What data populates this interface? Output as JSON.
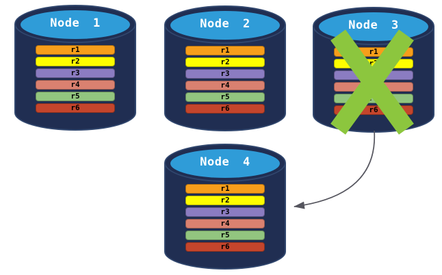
{
  "colors": {
    "background": "#FFFFFF",
    "cylinder_body": "#202E52",
    "cylinder_edge": "#31476E",
    "cylinder_top": "#2F9CD8",
    "title_text": "#FFFFFF",
    "row_text": "#000000",
    "x_mark": "#8CC63E",
    "arrow": "#55555E"
  },
  "nodes": [
    {
      "title": "Node 1",
      "failed": false,
      "rows": [
        {
          "label": "r1",
          "color": "#F79E1B"
        },
        {
          "label": "r2",
          "color": "#FEFE00"
        },
        {
          "label": "r3",
          "color": "#8B7CC1"
        },
        {
          "label": "r4",
          "color": "#DA8170"
        },
        {
          "label": "r5",
          "color": "#92C57F"
        },
        {
          "label": "r6",
          "color": "#C4452C"
        }
      ]
    },
    {
      "title": "Node 2",
      "failed": false,
      "rows": [
        {
          "label": "r1",
          "color": "#F79E1B"
        },
        {
          "label": "r2",
          "color": "#FEFE00"
        },
        {
          "label": "r3",
          "color": "#8B7CC1"
        },
        {
          "label": "r4",
          "color": "#DA8170"
        },
        {
          "label": "r5",
          "color": "#92C57F"
        },
        {
          "label": "r6",
          "color": "#C4452C"
        }
      ]
    },
    {
      "title": "Node 3",
      "failed": true,
      "rows": [
        {
          "label": "r1",
          "color": "#F79E1B"
        },
        {
          "label": "r2",
          "color": "#FEFE00"
        },
        {
          "label": "r3",
          "color": "#8B7CC1"
        },
        {
          "label": "r4",
          "color": "#DA8170"
        },
        {
          "label": "r5",
          "color": "#92C57F"
        },
        {
          "label": "r6",
          "color": "#C4452C"
        }
      ]
    },
    {
      "title": "Node 4",
      "failed": false,
      "rows": [
        {
          "label": "r1",
          "color": "#F79E1B"
        },
        {
          "label": "r2",
          "color": "#FEFE00"
        },
        {
          "label": "r3",
          "color": "#8B7CC1"
        },
        {
          "label": "r4",
          "color": "#DA8170"
        },
        {
          "label": "r5",
          "color": "#92C57F"
        },
        {
          "label": "r6",
          "color": "#C4452C"
        }
      ]
    }
  ],
  "arrow": {
    "from_node": "Node 3",
    "to_node": "Node 4"
  }
}
